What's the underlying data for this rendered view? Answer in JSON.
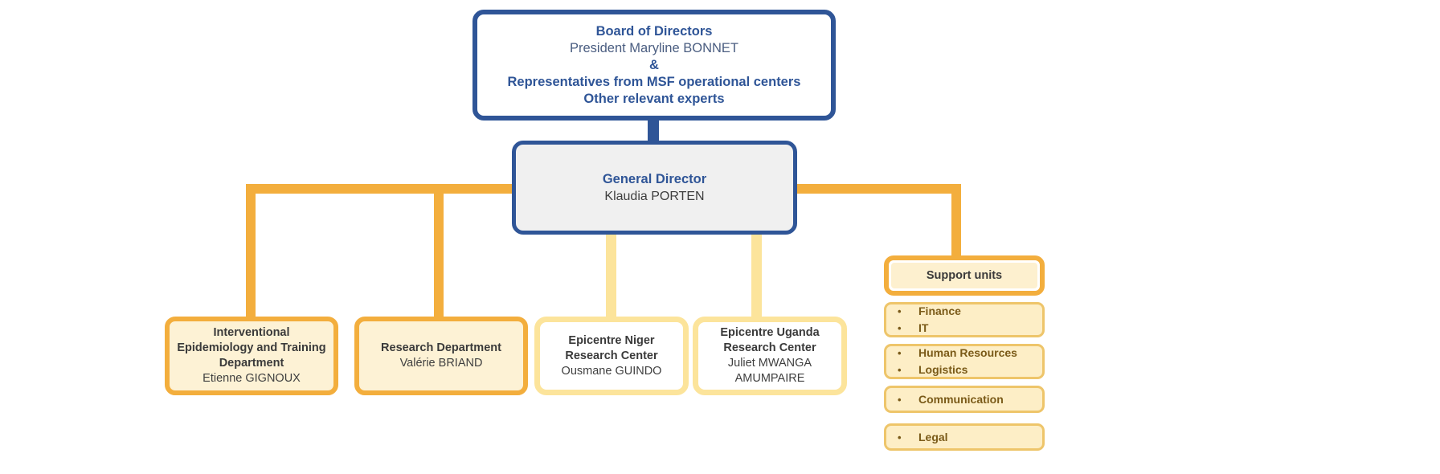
{
  "colors": {
    "blue_border": "#2f5597",
    "blue_text": "#2f5597",
    "orange": "#f3ae3d",
    "pale_yellow": "#fce49b",
    "cream_fill": "#fdf2d5",
    "gray_fill": "#f0f0f0",
    "support_text": "#7a5a18"
  },
  "board": {
    "title": "Board of Directors",
    "president": "President Maryline BONNET",
    "amp": "&",
    "line3": "Representatives from MSF operational centers",
    "line4": "Other relevant experts"
  },
  "general_director": {
    "title": "General Director",
    "name": "Klaudia PORTEN"
  },
  "departments": [
    {
      "title_line1": "Interventional",
      "title_line2": "Epidemiology and Training",
      "title_line3": "Department",
      "name": "Etienne GIGNOUX"
    },
    {
      "title_line1": "Research Department",
      "title_line2": "",
      "title_line3": "",
      "name": "Valérie BRIAND"
    }
  ],
  "research_centers": [
    {
      "title_line1": "Epicentre Niger",
      "title_line2": "Research Center",
      "name_line1": "Ousmane GUINDO",
      "name_line2": ""
    },
    {
      "title_line1": "Epicentre Uganda",
      "title_line2": "Research Center",
      "name_line1": "Juliet MWANGA",
      "name_line2": "AMUMPAIRE"
    }
  ],
  "support": {
    "header": "Support units",
    "bullet": "•",
    "groups": [
      {
        "items": [
          "Finance",
          "IT"
        ]
      },
      {
        "items": [
          "Human Resources",
          "Logistics"
        ]
      },
      {
        "items": [
          "Communication"
        ]
      },
      {
        "items": [
          "Legal"
        ]
      }
    ]
  }
}
